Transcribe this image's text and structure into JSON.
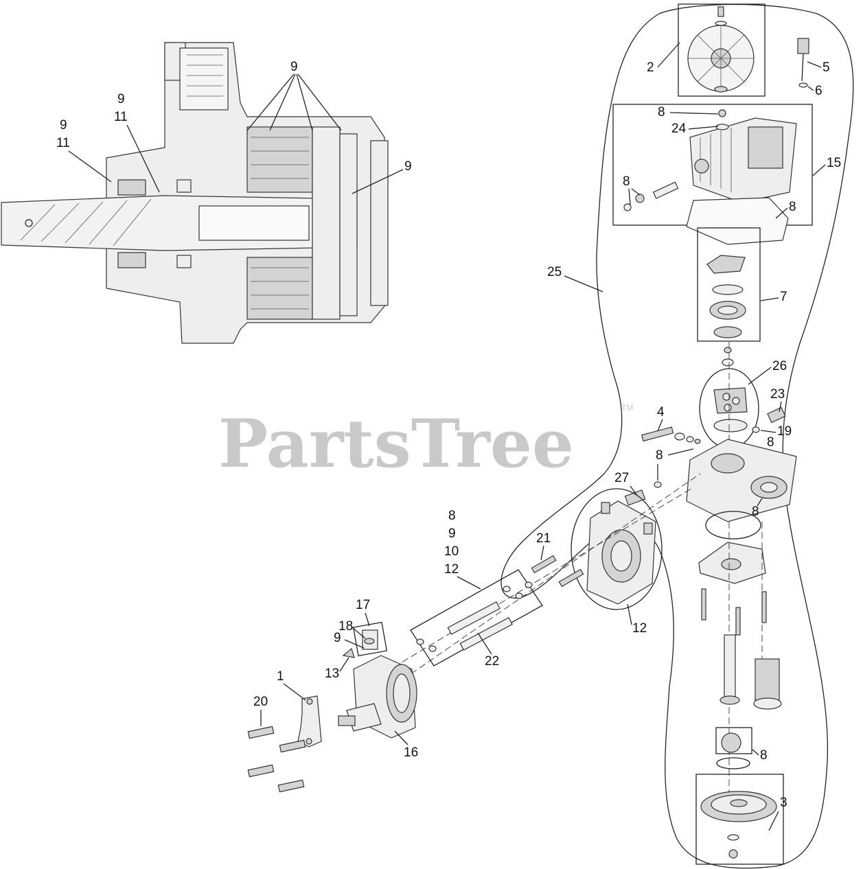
{
  "watermark": {
    "brand": "PartsTree",
    "trademark": "TM"
  },
  "callouts": {
    "c1": "1",
    "c2": "2",
    "c3": "3",
    "c4": "4",
    "c5": "5",
    "c6": "6",
    "c7": "7",
    "c8_top": "8",
    "c8_left": "8",
    "c8_gasket": "8",
    "c8_19": "8",
    "c8_mid": "8",
    "c8_hsg": "8",
    "c8_bottom": "8",
    "c9_top": "9",
    "c9_a": "9",
    "c9_b": "9",
    "c9_right": "9",
    "c11_a": "11",
    "c11_b": "11",
    "c12_right": "12",
    "c13": "13",
    "c15": "15",
    "c16": "16",
    "c17": "17",
    "c18": "18",
    "c9_lower": "9",
    "c19": "19",
    "c20": "20",
    "c21": "21",
    "c22": "22",
    "c23": "23",
    "c24": "24",
    "c25": "25",
    "c26": "26",
    "c27": "27",
    "stack": [
      "8",
      "9",
      "10",
      "12"
    ]
  }
}
